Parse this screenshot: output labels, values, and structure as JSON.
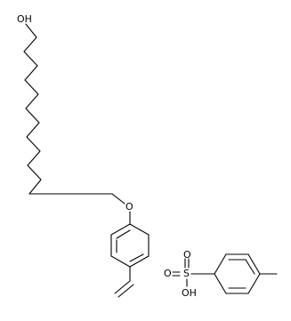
{
  "structure": {
    "line_color": "#000000",
    "background_color": "#ffffff",
    "atom_labels": {
      "hydroxyl": "OH",
      "ether_oxygen": "O",
      "sulfur": "S",
      "sulfonyl_oxygen_top": "O",
      "sulfonyl_oxygen_left": "O",
      "sulfonic_hydroxyl": "OH"
    }
  }
}
